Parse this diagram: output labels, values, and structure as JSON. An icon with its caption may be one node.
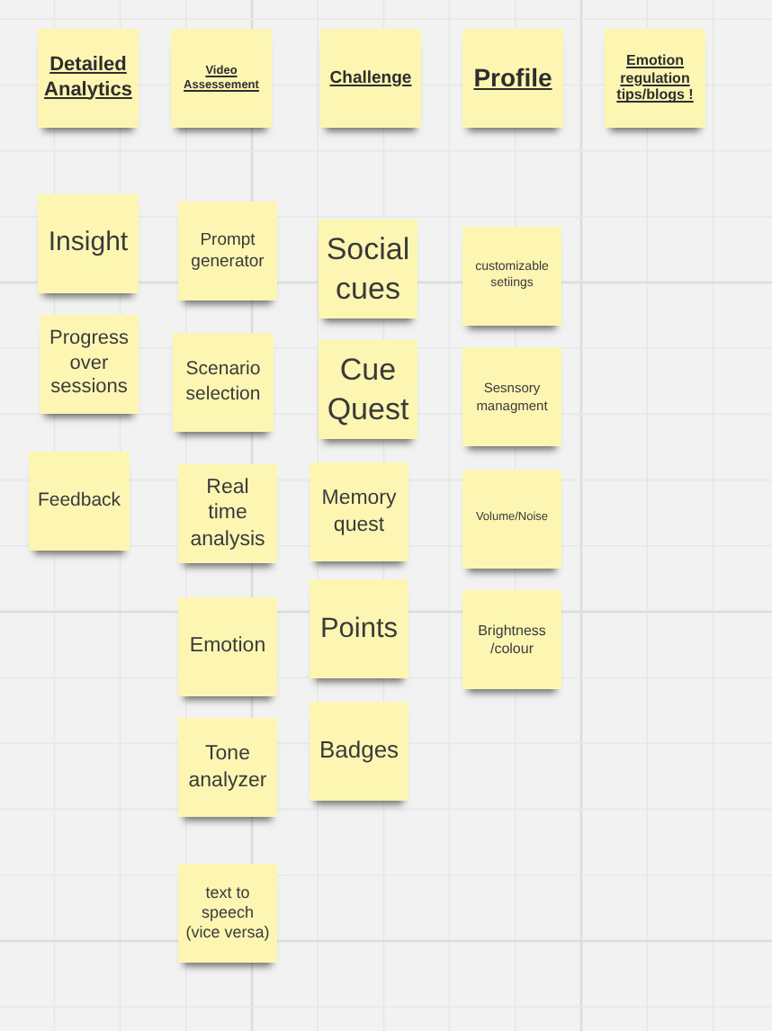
{
  "diagram": {
    "nodes": [
      {
        "text": [
          "Detailed Analytics"
        ]
      },
      {
        "text": [
          "Video Assessement"
        ]
      },
      {
        "text": [
          "Challenge"
        ]
      },
      {
        "text": [
          "Profile"
        ]
      },
      {
        "text": [
          "Emotion regulation tips/blogs !"
        ]
      },
      {
        "text": [
          "Insight"
        ]
      },
      {
        "text": [
          "Progress over sessions"
        ]
      },
      {
        "text": [
          "Feedback"
        ]
      },
      {
        "text": [
          "Prompt generator"
        ]
      },
      {
        "text": [
          "Scenario selection"
        ]
      },
      {
        "text": [
          "Real time analysis"
        ]
      },
      {
        "text": [
          "Emotion"
        ]
      },
      {
        "text": [
          "Tone analyzer"
        ]
      },
      {
        "text": [
          "text to speech (vice versa)"
        ]
      },
      {
        "text": [
          "Social cues"
        ]
      },
      {
        "text": [
          "Cue Quest"
        ]
      },
      {
        "text": [
          "Memory quest"
        ]
      },
      {
        "text": [
          "Points"
        ]
      },
      {
        "text": [
          "Badges"
        ]
      },
      {
        "text": [
          "customizable setiings"
        ]
      },
      {
        "text": [
          "Sesnsory managment"
        ]
      },
      {
        "text": [
          "Volume/Noise"
        ]
      },
      {
        "text": [
          "Brightness /colour"
        ]
      }
    ]
  }
}
